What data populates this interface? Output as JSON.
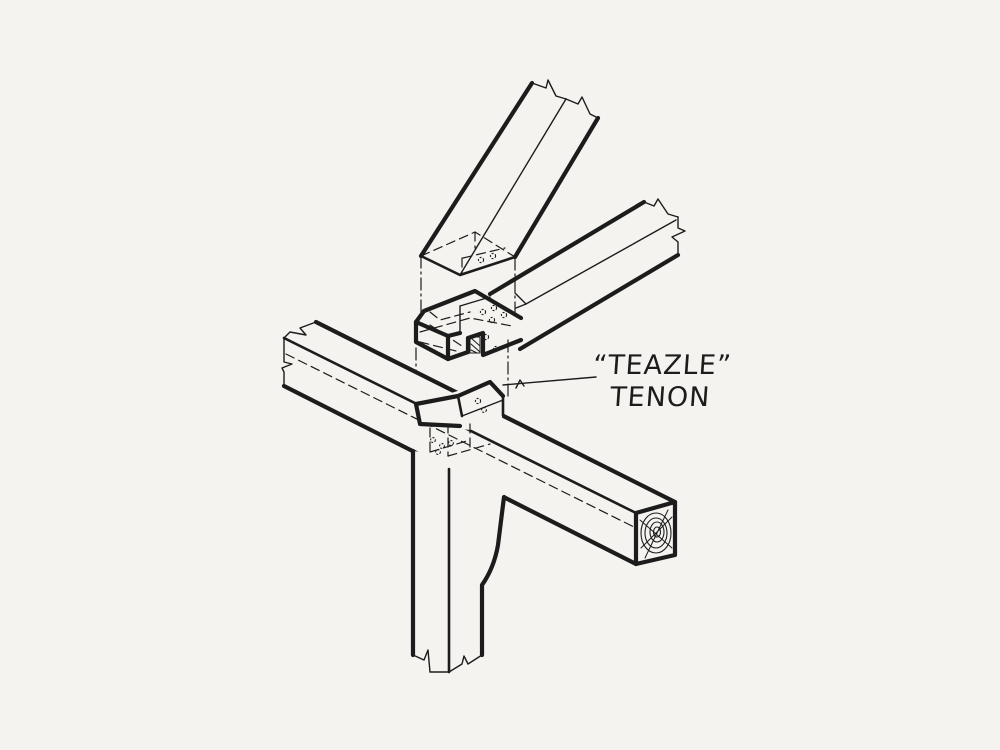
{
  "diagram": {
    "type": "isometric timber-frame joinery illustration",
    "background_color": "#f4f3f0",
    "line_color": "#1c1c1c",
    "components": [
      {
        "name": "rafter",
        "description": "inclined timber coming from upper right, cut off with break line"
      },
      {
        "name": "brace",
        "description": "diagonal member descending to the joint, cut off with break line"
      },
      {
        "name": "post-top-block",
        "description": "post top with housed notch and peg holes"
      },
      {
        "name": "tie-beam",
        "description": "horizontal beam running lower-right, end grain rings visible"
      },
      {
        "name": "post",
        "description": "vertical post with flared jowl, cut off at bottom with break line"
      },
      {
        "name": "teazle-tenon",
        "description": "tenon projecting up from post through beam"
      }
    ]
  },
  "callout": {
    "line1": "“TEAZLE”",
    "line2": "TENON"
  }
}
